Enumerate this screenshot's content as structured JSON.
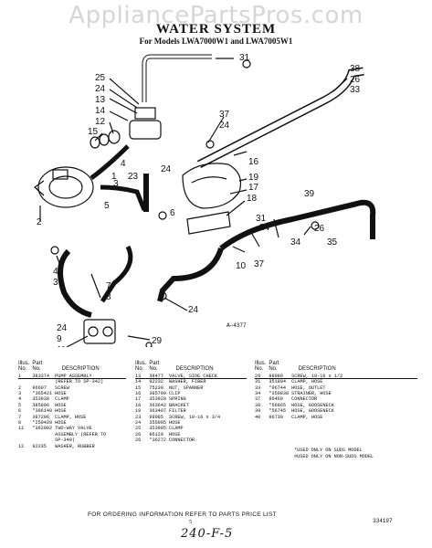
{
  "watermark": "AppliancePartsPros.com",
  "title": "WATER SYSTEM",
  "subtitle": "For Models LWA7000W1 and LWA7005W1",
  "diagram": {
    "figure_ref": "A—4377",
    "callouts": [
      "31",
      "38",
      "26",
      "33",
      "25",
      "24",
      "13",
      "14",
      "12",
      "15",
      "37",
      "24",
      "4",
      "1",
      "23",
      "24",
      "16",
      "19",
      "17",
      "18",
      "39",
      "3",
      "5",
      "6",
      "2",
      "31",
      "24",
      "26",
      "35",
      "34",
      "10",
      "37",
      "40",
      "3",
      "7",
      "8",
      "24",
      "9",
      "11",
      "29",
      "24"
    ]
  },
  "table": {
    "header": {
      "illus": "Illus.",
      "no": "No.",
      "part": "Part",
      "part_no": "No.",
      "description": "DESCRIPTION"
    },
    "col1": [
      {
        "illus": "1",
        "part": "383374",
        "desc": "PUMP ASSEMBLY"
      },
      {
        "illus": "",
        "part": "",
        "desc": "(REFER TO SP-342)"
      },
      {
        "illus": "2",
        "part": "96607",
        "desc": "SCREW"
      },
      {
        "illus": "3",
        "part": "*365421",
        "desc": "HOSE"
      },
      {
        "illus": "4",
        "part": "353038",
        "desc": "CLAMP"
      },
      {
        "illus": "5",
        "part": "385906",
        "desc": "HOSE"
      },
      {
        "illus": "6",
        "part": "*386140",
        "desc": "HOSE"
      },
      {
        "illus": "7",
        "part": "387296",
        "desc": "CLAMP, HOSE"
      },
      {
        "illus": "8",
        "part": "*250420",
        "desc": "HOSE"
      },
      {
        "illus": "11",
        "part": "*362902",
        "desc": "TWO-WAY VALVE"
      },
      {
        "illus": "",
        "part": "",
        "desc": "ASSEMBLY (REFER TO"
      },
      {
        "illus": "",
        "part": "",
        "desc": "SP-340)"
      },
      {
        "illus": "12",
        "part": "92235",
        "desc": "WASHER, RUBBER"
      }
    ],
    "col2": [
      {
        "illus": "13",
        "part": "38477",
        "desc": "VALVE, SIDE CHECK"
      },
      {
        "illus": "14",
        "part": "92232",
        "desc": "WASHER, FIBER"
      },
      {
        "illus": "15",
        "part": "75239",
        "desc": "NUT, SPANNER"
      },
      {
        "illus": "16",
        "part": "385799",
        "desc": "CLIP"
      },
      {
        "illus": "17",
        "part": "353920",
        "desc": "SPRING"
      },
      {
        "illus": "18",
        "part": "363642",
        "desc": "BRACKET"
      },
      {
        "illus": "19",
        "part": "363407",
        "desc": "FILTER"
      },
      {
        "illus": "23",
        "part": "98085",
        "desc": "SCREW, 10-16 x 3/4"
      },
      {
        "illus": "24",
        "part": "355905",
        "desc": "HOSE"
      },
      {
        "illus": "25",
        "part": "353995",
        "desc": "CLAMP"
      },
      {
        "illus": "26",
        "part": "96129",
        "desc": "HOSE"
      },
      {
        "illus": "26",
        "part": "*36272",
        "desc": "CONNECTOR"
      }
    ],
    "col3": [
      {
        "illus": "29",
        "part": "98080",
        "desc": "SCREW, 10-16 x 1/2"
      },
      {
        "illus": "31",
        "part": "351894",
        "desc": "CLAMP, HOSE"
      },
      {
        "illus": "33",
        "part": "*96744",
        "desc": "HOSE, OUTLET"
      },
      {
        "illus": "34",
        "part": "*350838",
        "desc": "STRAINER, HOSE"
      },
      {
        "illus": "37",
        "part": "96460",
        "desc": "CONNECTOR"
      },
      {
        "illus": "38",
        "part": "*56865",
        "desc": "HOSE, GOOSENECK"
      },
      {
        "illus": "39",
        "part": "*56745",
        "desc": "HOSE, GOOSENECK"
      },
      {
        "illus": "40",
        "part": "96739",
        "desc": "CLAMP, HOSE"
      }
    ],
    "note": [
      "*USED ONLY ON SUDS MODEL",
      "#USED ONLY ON NON-SUDS MODEL"
    ]
  },
  "footer": "FOR ORDERING INFORMATION REFER TO PARTS PRICE LIST",
  "page_number": "5",
  "doc_code": "334197",
  "handwritten": "240-F-5"
}
